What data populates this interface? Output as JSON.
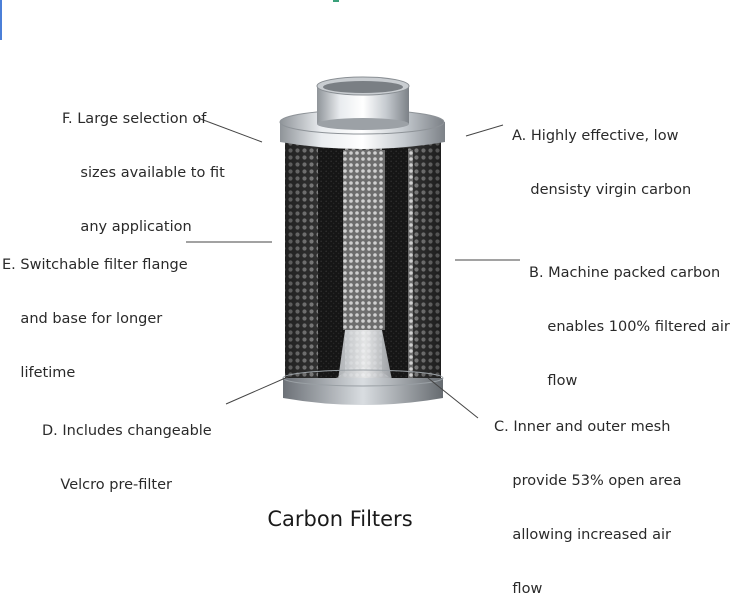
{
  "title": "Carbon Filters",
  "labels": {
    "A": [
      "A. Highly effective, low",
      "    densisty virgin carbon"
    ],
    "B": [
      "B. Machine packed carbon",
      "    enables 100% filtered air",
      "    flow"
    ],
    "C": [
      "C. Inner and outer mesh",
      "    provide 53% open area",
      "    allowing increased air",
      "    flow"
    ],
    "D": [
      "D. Includes changeable",
      "    Velcro pre-filter"
    ],
    "E": [
      "E. Switchable filter flange",
      "    and base for longer",
      "    lifetime"
    ],
    "F": [
      "F. Large selection of",
      "    sizes available to fit",
      "    any application"
    ]
  }
}
